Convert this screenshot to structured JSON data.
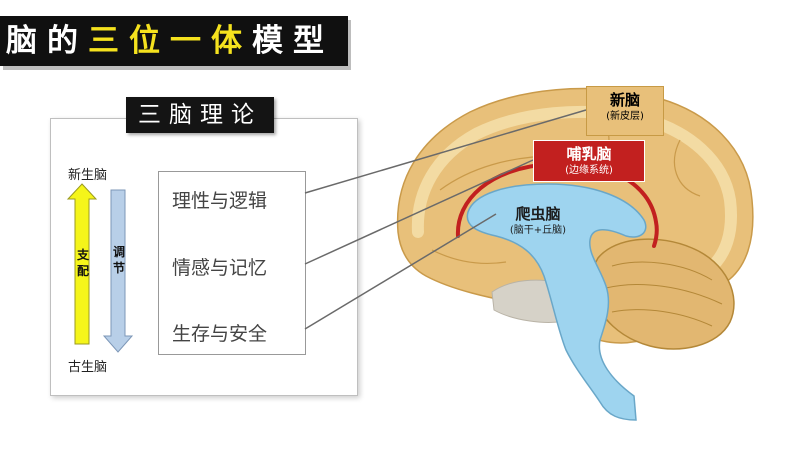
{
  "title": {
    "part1": "脑的",
    "part2": "三位一体",
    "part3": "模型"
  },
  "panel": {
    "header": "三脑理论",
    "top_label": "新生脑",
    "bottom_label": "古生脑",
    "up_arrow_text": "支配",
    "down_arrow_text": "调节",
    "functions": [
      "理性与逻辑",
      "情感与记忆",
      "生存与安全"
    ]
  },
  "brain": {
    "cortex": {
      "name": "新脑",
      "sub": "(新皮层)"
    },
    "limbic": {
      "name": "哺乳脑",
      "sub": "(边缘系统)"
    },
    "reptile": {
      "name": "爬虫脑",
      "sub": "(脑干+丘脑)"
    }
  },
  "colors": {
    "title_bg": "#101010",
    "title_highlight": "#f5e21e",
    "up_arrow": "#f5f51a",
    "down_arrow": "#b8cfe8",
    "cortex": "#e8c07a",
    "limbic": "#c2201f",
    "reptile": "#9ed4ef"
  }
}
